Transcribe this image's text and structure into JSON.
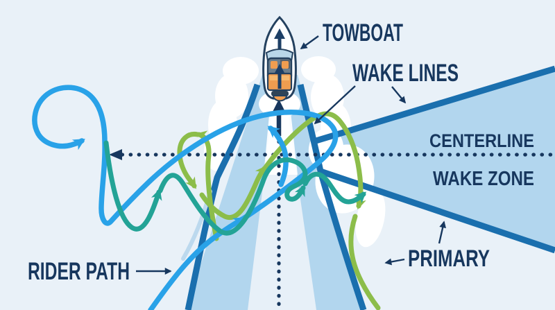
{
  "diagram": {
    "title_context": "towboat wake diagram",
    "labels": {
      "towboat": "TOWBOAT",
      "wake_lines": "WAKE LINES",
      "centerline": "CENTERLINE",
      "wake_zone": "WAKE ZONE",
      "primary": "PRIMARY",
      "rider_path": "RIDER PATH"
    },
    "colors": {
      "background": "#e9f1f8",
      "wake_fill": "#b2d6ee",
      "wake_line_dark": "#1a6fae",
      "navy_text": "#17375e",
      "rider_path_blue": "#29a2e8",
      "path_teal": "#23a396",
      "path_green": "#8cbd4a",
      "boat_orange": "#ef9d50",
      "foam_white": "#ffffff"
    }
  }
}
